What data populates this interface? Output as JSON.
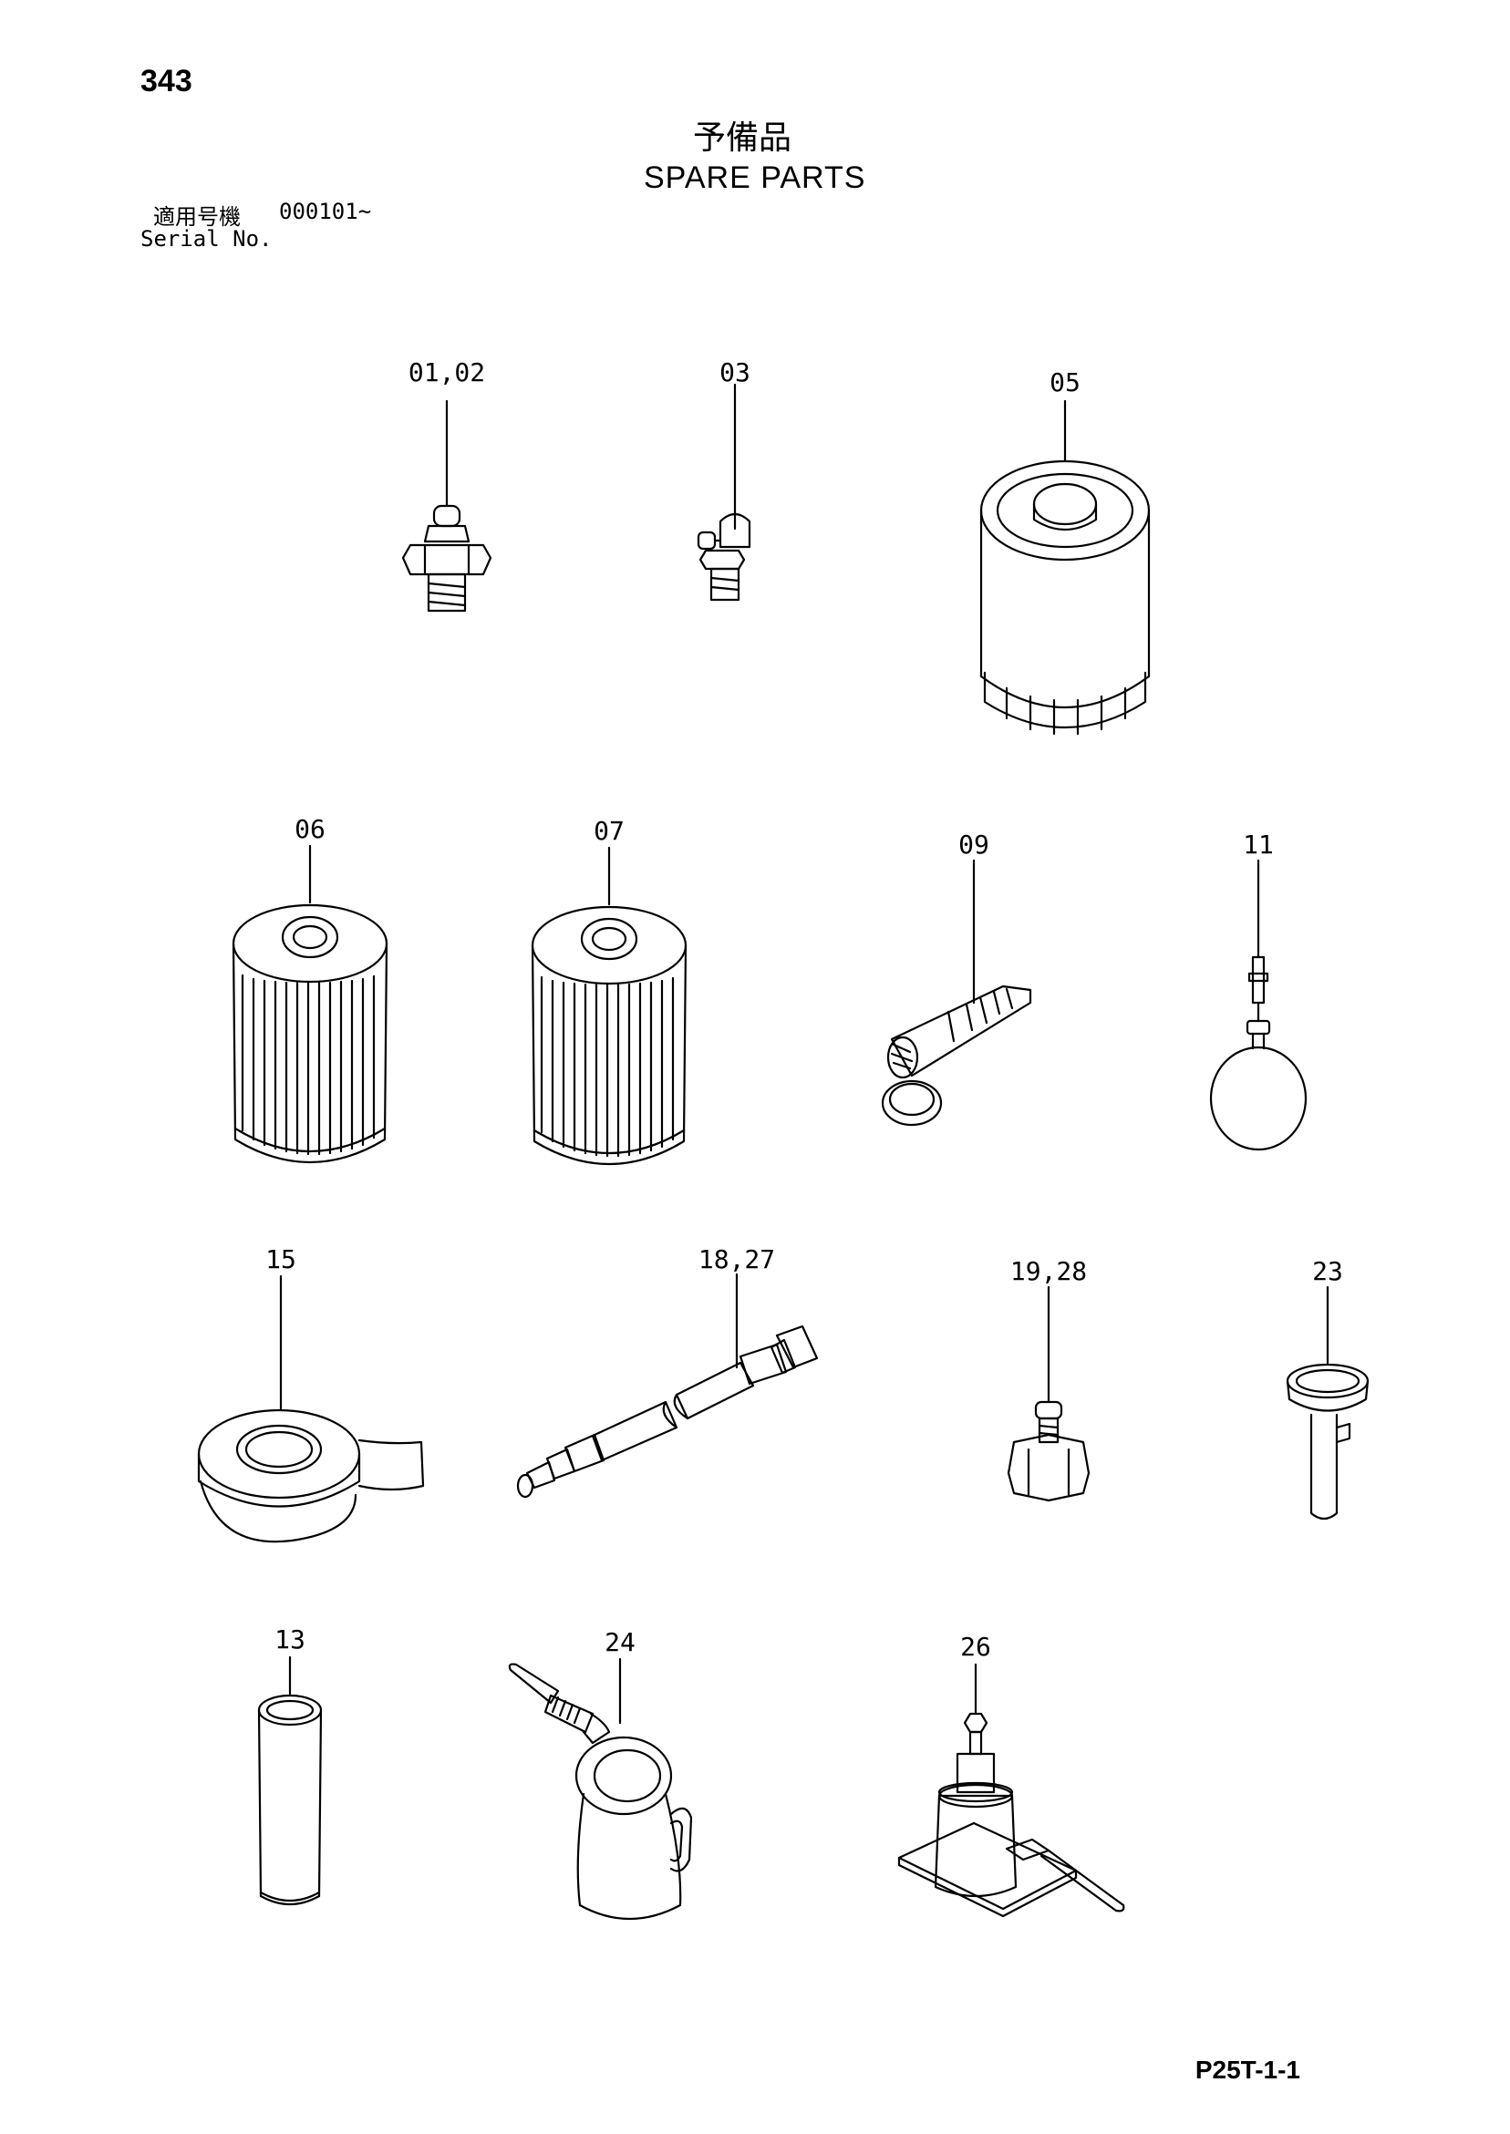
{
  "page_number": "343",
  "title_japanese": "予備品",
  "title_english": "SPARE PARTS",
  "serial": {
    "label_japanese": "適用号機",
    "value": "000101~",
    "label_english": "Serial No."
  },
  "parts": [
    {
      "ref": "01,02",
      "icon": "grease-nipple-straight-icon"
    },
    {
      "ref": "03",
      "icon": "grease-nipple-angled-icon"
    },
    {
      "ref": "05",
      "icon": "cartridge-filter-icon"
    },
    {
      "ref": "06",
      "icon": "filter-element-icon"
    },
    {
      "ref": "07",
      "icon": "filter-element-icon"
    },
    {
      "ref": "09",
      "icon": "strainer-with-ring-icon"
    },
    {
      "ref": "11",
      "icon": "dipstick-ring-icon"
    },
    {
      "ref": "15",
      "icon": "seal-tape-roll-icon"
    },
    {
      "ref": "18,27",
      "icon": "grease-gun-extension-icon"
    },
    {
      "ref": "19,28",
      "icon": "adapter-nipple-icon"
    },
    {
      "ref": "23",
      "icon": "funnel-icon"
    },
    {
      "ref": "13",
      "icon": "cylindrical-element-icon"
    },
    {
      "ref": "24",
      "icon": "oil-can-icon"
    },
    {
      "ref": "26",
      "icon": "hydraulic-jack-icon"
    }
  ],
  "drawing_code": "P25T-1-1"
}
